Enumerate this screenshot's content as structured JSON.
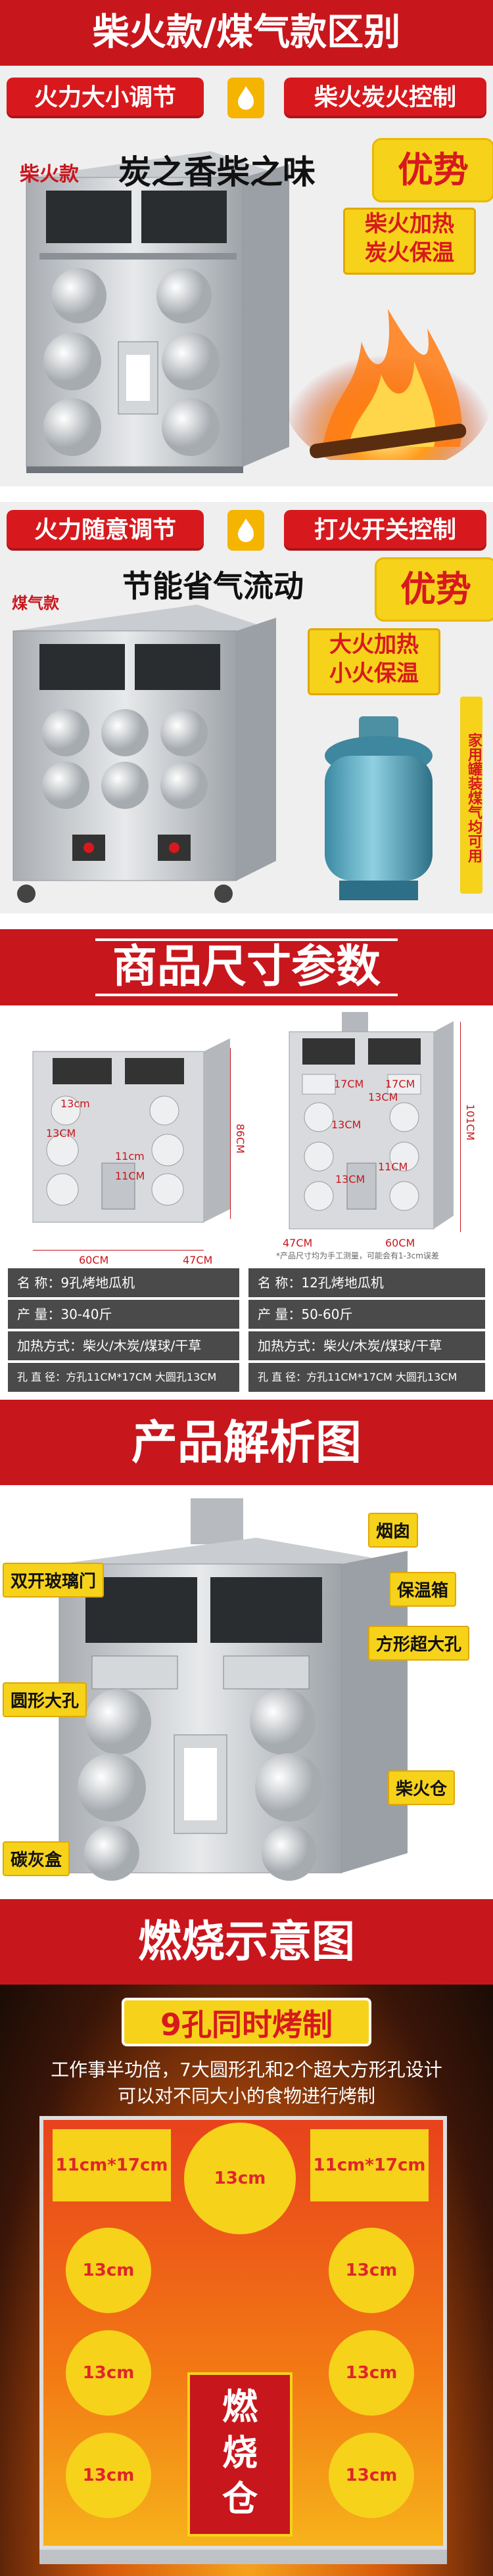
{
  "section1": {
    "title": "柴火款/煤气款区别",
    "pill_left": "火力大小调节",
    "pill_right": "柴火炭火控制",
    "label": "柴火款",
    "slogan": "炭之香柴之味",
    "advantage": "优势",
    "box_line1": "柴火加热",
    "box_line2": "炭火保温"
  },
  "section2": {
    "pill_left": "火力随意调节",
    "pill_right": "打火开关控制",
    "label": "煤气款",
    "slogan": "节能省气流动",
    "advantage": "优势",
    "box_line1": "大火加热",
    "box_line2": "小火保温",
    "side_note": "家用罐装煤气均可用"
  },
  "section3": {
    "title": "商品尺寸参数",
    "left": {
      "h13a": "13cm",
      "h11a": "11cm",
      "h13b": "13CM",
      "h11b": "11CM",
      "height": "86CM",
      "width": "60CM",
      "depth": "47CM"
    },
    "right": {
      "h17a": "17CM",
      "h13a": "13CM",
      "h17b": "17CM",
      "h13b": "13CM",
      "h13c": "13CM",
      "h11": "11CM",
      "height": "101CM",
      "width": "60CM",
      "depth": "47CM",
      "note": "*产品尺寸均为手工测量，可能会有1-3cm误差"
    },
    "specs": [
      {
        "left": "名  称：9孔烤地瓜机",
        "right": "名  称：12孔烤地瓜机"
      },
      {
        "left": "产  量：30-40斤",
        "right": "产  量：50-60斤"
      },
      {
        "left": "加热方式：柴火/木炭/煤球/干草",
        "right": "加热方式：柴火/木炭/煤球/干草"
      },
      {
        "left": "孔 直 径：方孔11CM*17CM 大圆孔13CM",
        "right": "孔 直 径：方孔11CM*17CM 大圆孔13CM"
      }
    ]
  },
  "section4": {
    "title": "产品解析图",
    "tags": {
      "chimney": "烟囱",
      "glass_door": "双开玻璃门",
      "insulation": "保温箱",
      "square_hole": "方形超大孔",
      "round_hole": "圆形大孔",
      "fire_chamber": "柴火仓",
      "ash_box": "碳灰盒"
    }
  },
  "section5": {
    "title": "燃烧示意图",
    "banner": "9孔同时烤制",
    "desc_line1": "工作事半功倍，7大圆形孔和2个超大方形孔设计",
    "desc_line2": "可以对不同大小的食物进行烤制",
    "square_left": "11cm*17cm",
    "square_right": "11cm*17cm",
    "circle_top": "13cm",
    "circles": [
      "13cm",
      "13cm",
      "13cm",
      "13cm",
      "13cm",
      "13cm"
    ],
    "chamber_line1": "燃",
    "chamber_line2": "烧",
    "chamber_line3": "仓"
  },
  "colors": {
    "brand_red": "#c8161d",
    "accent_yellow": "#f6d21b",
    "flame_orange": "#f07a16"
  }
}
